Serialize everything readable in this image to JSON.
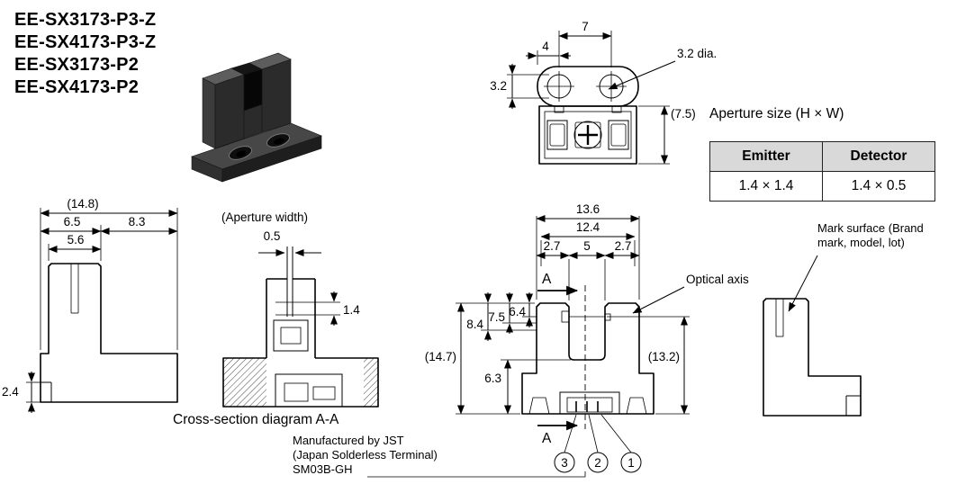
{
  "models": [
    "EE-SX3173-P3-Z",
    "EE-SX4173-P3-Z",
    "EE-SX3173-P2",
    "EE-SX4173-P2"
  ],
  "aperture_table": {
    "title": "Aperture size (H × W)",
    "headers": [
      "Emitter",
      "Detector"
    ],
    "values": [
      "1.4 × 1.4",
      "1.4 × 0.5"
    ]
  },
  "top_view": {
    "hole_spacing": "7",
    "hole_offset": "4",
    "hole_diameter": "3.2",
    "hole_dia_note": "3.2 dia.",
    "body_depth": "(7.5)"
  },
  "side_view": {
    "overall_width": "(14.8)",
    "front_width": "6.5",
    "rear_width": "8.3",
    "tower_width": "5.6",
    "lip_height": "2.4"
  },
  "cross_section": {
    "label": "(Aperture width)",
    "aperture_width": "0.5",
    "aperture_height": "1.4",
    "caption": "Cross-section diagram A-A"
  },
  "front_view": {
    "overall_width": "13.6",
    "inner_width": "12.4",
    "left_wall": "2.7",
    "slot_width": "5",
    "right_wall": "2.7",
    "axis_depth_1": "6.4",
    "axis_depth_2": "7.5",
    "axis_depth_3": "8.4",
    "overall_height": "(14.7)",
    "lower_height": "6.3",
    "right_height": "(13.2)",
    "section_label": "A",
    "optical_axis_label": "Optical axis",
    "callouts": [
      "3",
      "2",
      "1"
    ]
  },
  "annotations": {
    "mark_surface_note": "Mark surface (Brand\nmark, model, lot)",
    "connector_note": "Manufactured by JST\n(Japan Solderless Terminal)\nSM03B-GH"
  }
}
